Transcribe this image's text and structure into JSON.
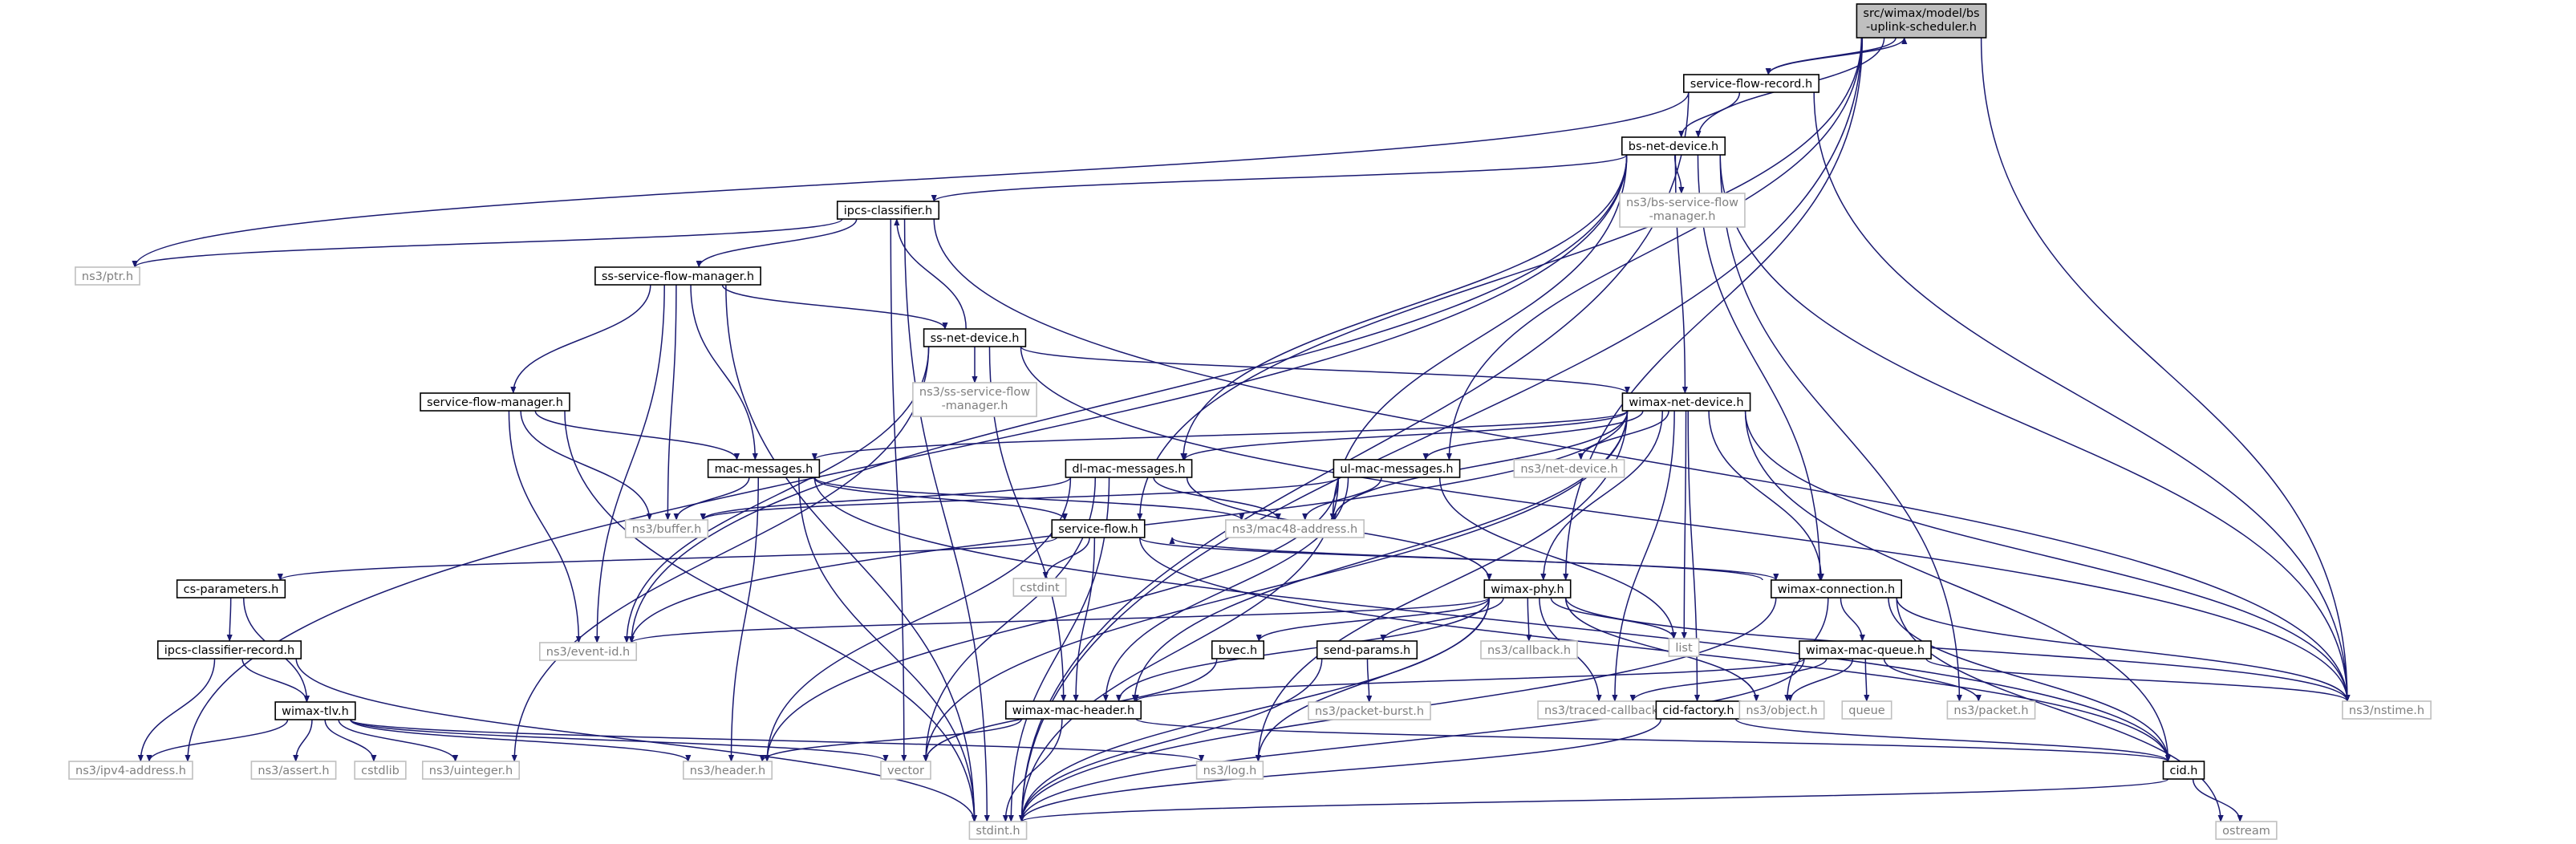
{
  "colors": {
    "edge": "#191970",
    "node_border": "#000000",
    "external_border": "#bfbfbf",
    "external_text": "#7f7f7f",
    "text": "#000000",
    "root_fill": "#bfbfbf",
    "fill": "#ffffff"
  },
  "nodes": [
    {
      "id": "root",
      "lines": [
        "src/wimax/model/bs",
        "-uplink-scheduler.h"
      ],
      "kind": "root"
    },
    {
      "id": "service-flow-record",
      "lines": [
        "service-flow-record.h"
      ],
      "kind": "internal"
    },
    {
      "id": "bs-net-device",
      "lines": [
        "bs-net-device.h"
      ],
      "kind": "internal"
    },
    {
      "id": "ipcs-classifier",
      "lines": [
        "ipcs-classifier.h"
      ],
      "kind": "internal"
    },
    {
      "id": "bs-sfm",
      "lines": [
        "ns3/bs-service-flow",
        "-manager.h"
      ],
      "kind": "external"
    },
    {
      "id": "ptr",
      "lines": [
        "ns3/ptr.h"
      ],
      "kind": "external"
    },
    {
      "id": "ss-sfm",
      "lines": [
        "ss-service-flow-manager.h"
      ],
      "kind": "internal"
    },
    {
      "id": "ss-net-device",
      "lines": [
        "ss-net-device.h"
      ],
      "kind": "internal"
    },
    {
      "id": "ss-sfm-ext",
      "lines": [
        "ns3/ss-service-flow",
        "-manager.h"
      ],
      "kind": "external"
    },
    {
      "id": "sfm",
      "lines": [
        "service-flow-manager.h"
      ],
      "kind": "internal"
    },
    {
      "id": "wimax-net-device",
      "lines": [
        "wimax-net-device.h"
      ],
      "kind": "internal"
    },
    {
      "id": "mac-messages",
      "lines": [
        "mac-messages.h"
      ],
      "kind": "internal"
    },
    {
      "id": "dl-mac-messages",
      "lines": [
        "dl-mac-messages.h"
      ],
      "kind": "internal"
    },
    {
      "id": "ul-mac-messages",
      "lines": [
        "ul-mac-messages.h"
      ],
      "kind": "internal"
    },
    {
      "id": "net-device",
      "lines": [
        "ns3/net-device.h"
      ],
      "kind": "external"
    },
    {
      "id": "buffer",
      "lines": [
        "ns3/buffer.h"
      ],
      "kind": "external"
    },
    {
      "id": "mac48",
      "lines": [
        "ns3/mac48-address.h"
      ],
      "kind": "external"
    },
    {
      "id": "service-flow",
      "lines": [
        "service-flow.h"
      ],
      "kind": "internal"
    },
    {
      "id": "cstdint",
      "lines": [
        "cstdint"
      ],
      "kind": "external"
    },
    {
      "id": "cs-parameters",
      "lines": [
        "cs-parameters.h"
      ],
      "kind": "internal"
    },
    {
      "id": "wimax-phy",
      "lines": [
        "wimax-phy.h"
      ],
      "kind": "internal"
    },
    {
      "id": "wimax-connection",
      "lines": [
        "wimax-connection.h"
      ],
      "kind": "internal"
    },
    {
      "id": "event-id",
      "lines": [
        "ns3/event-id.h"
      ],
      "kind": "external"
    },
    {
      "id": "list",
      "lines": [
        "list"
      ],
      "kind": "external"
    },
    {
      "id": "ipcs-classifier-record",
      "lines": [
        "ipcs-classifier-record.h"
      ],
      "kind": "internal"
    },
    {
      "id": "bvec",
      "lines": [
        "bvec.h"
      ],
      "kind": "internal"
    },
    {
      "id": "send-params",
      "lines": [
        "send-params.h"
      ],
      "kind": "internal"
    },
    {
      "id": "callback",
      "lines": [
        "ns3/callback.h"
      ],
      "kind": "external"
    },
    {
      "id": "wimax-mac-queue",
      "lines": [
        "wimax-mac-queue.h"
      ],
      "kind": "internal"
    },
    {
      "id": "wimax-tlv",
      "lines": [
        "wimax-tlv.h"
      ],
      "kind": "internal"
    },
    {
      "id": "wimax-mac-header",
      "lines": [
        "wimax-mac-header.h"
      ],
      "kind": "internal"
    },
    {
      "id": "packet-burst",
      "lines": [
        "ns3/packet-burst.h"
      ],
      "kind": "external"
    },
    {
      "id": "traced-callback",
      "lines": [
        "ns3/traced-callback.h"
      ],
      "kind": "external"
    },
    {
      "id": "cid-factory",
      "lines": [
        "cid-factory.h"
      ],
      "kind": "internal"
    },
    {
      "id": "object",
      "lines": [
        "ns3/object.h"
      ],
      "kind": "external"
    },
    {
      "id": "queue",
      "lines": [
        "queue"
      ],
      "kind": "external"
    },
    {
      "id": "packet",
      "lines": [
        "ns3/packet.h"
      ],
      "kind": "external"
    },
    {
      "id": "nstime",
      "lines": [
        "ns3/nstime.h"
      ],
      "kind": "external"
    },
    {
      "id": "ipv4-address",
      "lines": [
        "ns3/ipv4-address.h"
      ],
      "kind": "external"
    },
    {
      "id": "assert",
      "lines": [
        "ns3/assert.h"
      ],
      "kind": "external"
    },
    {
      "id": "cstdlib",
      "lines": [
        "cstdlib"
      ],
      "kind": "external"
    },
    {
      "id": "uinteger",
      "lines": [
        "ns3/uinteger.h"
      ],
      "kind": "external"
    },
    {
      "id": "header",
      "lines": [
        "ns3/header.h"
      ],
      "kind": "external"
    },
    {
      "id": "vector",
      "lines": [
        "vector"
      ],
      "kind": "external"
    },
    {
      "id": "log",
      "lines": [
        "ns3/log.h"
      ],
      "kind": "external"
    },
    {
      "id": "cid",
      "lines": [
        "cid.h"
      ],
      "kind": "internal"
    },
    {
      "id": "stdint",
      "lines": [
        "stdint.h"
      ],
      "kind": "external"
    },
    {
      "id": "ostream",
      "lines": [
        "ostream"
      ],
      "kind": "external"
    }
  ],
  "edges": [
    [
      "root",
      "service-flow-record"
    ],
    [
      "root",
      "stdint"
    ],
    [
      "root",
      "nstime"
    ],
    [
      "root",
      "service-flow"
    ],
    [
      "root",
      "ul-mac-messages"
    ],
    [
      "root",
      "bs-net-device"
    ],
    [
      "root",
      "wimax-phy"
    ],
    [
      "service-flow-record",
      "root"
    ],
    [
      "service-flow-record",
      "bs-net-device"
    ],
    [
      "service-flow-record",
      "ptr"
    ],
    [
      "service-flow-record",
      "stdint"
    ],
    [
      "service-flow-record",
      "nstime"
    ],
    [
      "bs-net-device",
      "ipcs-classifier"
    ],
    [
      "bs-net-device",
      "bs-sfm"
    ],
    [
      "bs-net-device",
      "wimax-net-device"
    ],
    [
      "bs-net-device",
      "dl-mac-messages"
    ],
    [
      "bs-net-device",
      "wimax-connection"
    ],
    [
      "bs-net-device",
      "ipv4-address"
    ],
    [
      "bs-net-device",
      "event-id"
    ],
    [
      "bs-net-device",
      "mac48"
    ],
    [
      "bs-net-device",
      "nstime"
    ],
    [
      "bs-net-device",
      "packet"
    ],
    [
      "ipcs-classifier",
      "ptr"
    ],
    [
      "ipcs-classifier",
      "ss-sfm"
    ],
    [
      "ipcs-classifier",
      "vector"
    ],
    [
      "ipcs-classifier",
      "stdint"
    ],
    [
      "ipcs-classifier",
      "nstime"
    ],
    [
      "ss-sfm",
      "ss-net-device"
    ],
    [
      "ss-sfm",
      "sfm"
    ],
    [
      "ss-sfm",
      "mac-messages"
    ],
    [
      "ss-sfm",
      "buffer"
    ],
    [
      "ss-sfm",
      "event-id"
    ],
    [
      "ss-sfm",
      "stdint"
    ],
    [
      "ss-net-device",
      "ipcs-classifier"
    ],
    [
      "ss-net-device",
      "ss-sfm-ext"
    ],
    [
      "ss-net-device",
      "wimax-net-device"
    ],
    [
      "ss-net-device",
      "event-id"
    ],
    [
      "ss-net-device",
      "uinteger"
    ],
    [
      "ss-net-device",
      "wimax-mac-header"
    ],
    [
      "ss-net-device",
      "nstime"
    ],
    [
      "sfm",
      "mac-messages"
    ],
    [
      "sfm",
      "buffer"
    ],
    [
      "sfm",
      "event-id"
    ],
    [
      "sfm",
      "stdint"
    ],
    [
      "wimax-net-device",
      "mac-messages"
    ],
    [
      "wimax-net-device",
      "dl-mac-messages"
    ],
    [
      "wimax-net-device",
      "ul-mac-messages"
    ],
    [
      "wimax-net-device",
      "net-device"
    ],
    [
      "wimax-net-device",
      "mac48"
    ],
    [
      "wimax-net-device",
      "wimax-phy"
    ],
    [
      "wimax-net-device",
      "wimax-connection"
    ],
    [
      "wimax-net-device",
      "list"
    ],
    [
      "wimax-net-device",
      "traced-callback"
    ],
    [
      "wimax-net-device",
      "cid"
    ],
    [
      "wimax-net-device",
      "nstime"
    ],
    [
      "wimax-net-device",
      "event-id"
    ],
    [
      "wimax-net-device",
      "log"
    ],
    [
      "wimax-net-device",
      "vector"
    ],
    [
      "wimax-net-device",
      "cid-factory"
    ],
    [
      "wimax-net-device",
      "wimax-mac-header"
    ],
    [
      "mac-messages",
      "buffer"
    ],
    [
      "mac-messages",
      "mac48"
    ],
    [
      "mac-messages",
      "header"
    ],
    [
      "mac-messages",
      "stdint"
    ],
    [
      "mac-messages",
      "service-flow"
    ],
    [
      "mac-messages",
      "cid"
    ],
    [
      "dl-mac-messages",
      "buffer"
    ],
    [
      "dl-mac-messages",
      "mac48"
    ],
    [
      "dl-mac-messages",
      "header"
    ],
    [
      "dl-mac-messages",
      "stdint"
    ],
    [
      "dl-mac-messages",
      "vector"
    ],
    [
      "dl-mac-messages",
      "wimax-phy"
    ],
    [
      "ul-mac-messages",
      "buffer"
    ],
    [
      "ul-mac-messages",
      "mac48"
    ],
    [
      "ul-mac-messages",
      "header"
    ],
    [
      "ul-mac-messages",
      "list"
    ],
    [
      "ul-mac-messages",
      "stdint"
    ],
    [
      "ul-mac-messages",
      "wimax-mac-header"
    ],
    [
      "service-flow",
      "cs-parameters"
    ],
    [
      "service-flow",
      "cstdint"
    ],
    [
      "service-flow",
      "wimax-connection"
    ],
    [
      "service-flow",
      "wimax-mac-header"
    ],
    [
      "service-flow",
      "cid"
    ],
    [
      "cs-parameters",
      "ipcs-classifier-record"
    ],
    [
      "cs-parameters",
      "wimax-tlv"
    ],
    [
      "wimax-phy",
      "bvec"
    ],
    [
      "wimax-phy",
      "send-params"
    ],
    [
      "wimax-phy",
      "callback"
    ],
    [
      "wimax-phy",
      "list"
    ],
    [
      "wimax-phy",
      "event-id"
    ],
    [
      "wimax-phy",
      "traced-callback"
    ],
    [
      "wimax-phy",
      "object"
    ],
    [
      "wimax-phy",
      "nstime"
    ],
    [
      "wimax-phy",
      "log"
    ],
    [
      "wimax-phy",
      "stdint"
    ],
    [
      "wimax-phy",
      "wimax-mac-header"
    ],
    [
      "wimax-connection",
      "service-flow"
    ],
    [
      "wimax-connection",
      "wimax-mac-queue"
    ],
    [
      "wimax-connection",
      "object"
    ],
    [
      "wimax-connection",
      "cid"
    ],
    [
      "wimax-connection",
      "stdint"
    ],
    [
      "wimax-connection",
      "ostream"
    ],
    [
      "wimax-connection",
      "nstime"
    ],
    [
      "ipcs-classifier-record",
      "wimax-tlv"
    ],
    [
      "ipcs-classifier-record",
      "ipv4-address"
    ],
    [
      "ipcs-classifier-record",
      "stdint"
    ],
    [
      "bvec",
      "vector"
    ],
    [
      "send-params",
      "packet-burst"
    ],
    [
      "send-params",
      "stdint"
    ],
    [
      "wimax-mac-queue",
      "wimax-mac-header"
    ],
    [
      "wimax-mac-queue",
      "traced-callback"
    ],
    [
      "wimax-mac-queue",
      "object"
    ],
    [
      "wimax-mac-queue",
      "queue"
    ],
    [
      "wimax-mac-queue",
      "packet"
    ],
    [
      "wimax-mac-queue",
      "nstime"
    ],
    [
      "wimax-mac-queue",
      "stdint"
    ],
    [
      "wimax-tlv",
      "ipv4-address"
    ],
    [
      "wimax-tlv",
      "assert"
    ],
    [
      "wimax-tlv",
      "cstdlib"
    ],
    [
      "wimax-tlv",
      "uinteger"
    ],
    [
      "wimax-tlv",
      "header"
    ],
    [
      "wimax-tlv",
      "vector"
    ],
    [
      "wimax-tlv",
      "log"
    ],
    [
      "wimax-mac-header",
      "header"
    ],
    [
      "wimax-mac-header",
      "stdint"
    ],
    [
      "wimax-mac-header",
      "cid"
    ],
    [
      "cid-factory",
      "cid"
    ],
    [
      "cid-factory",
      "stdint"
    ],
    [
      "cid",
      "stdint"
    ],
    [
      "cid",
      "ostream"
    ]
  ]
}
